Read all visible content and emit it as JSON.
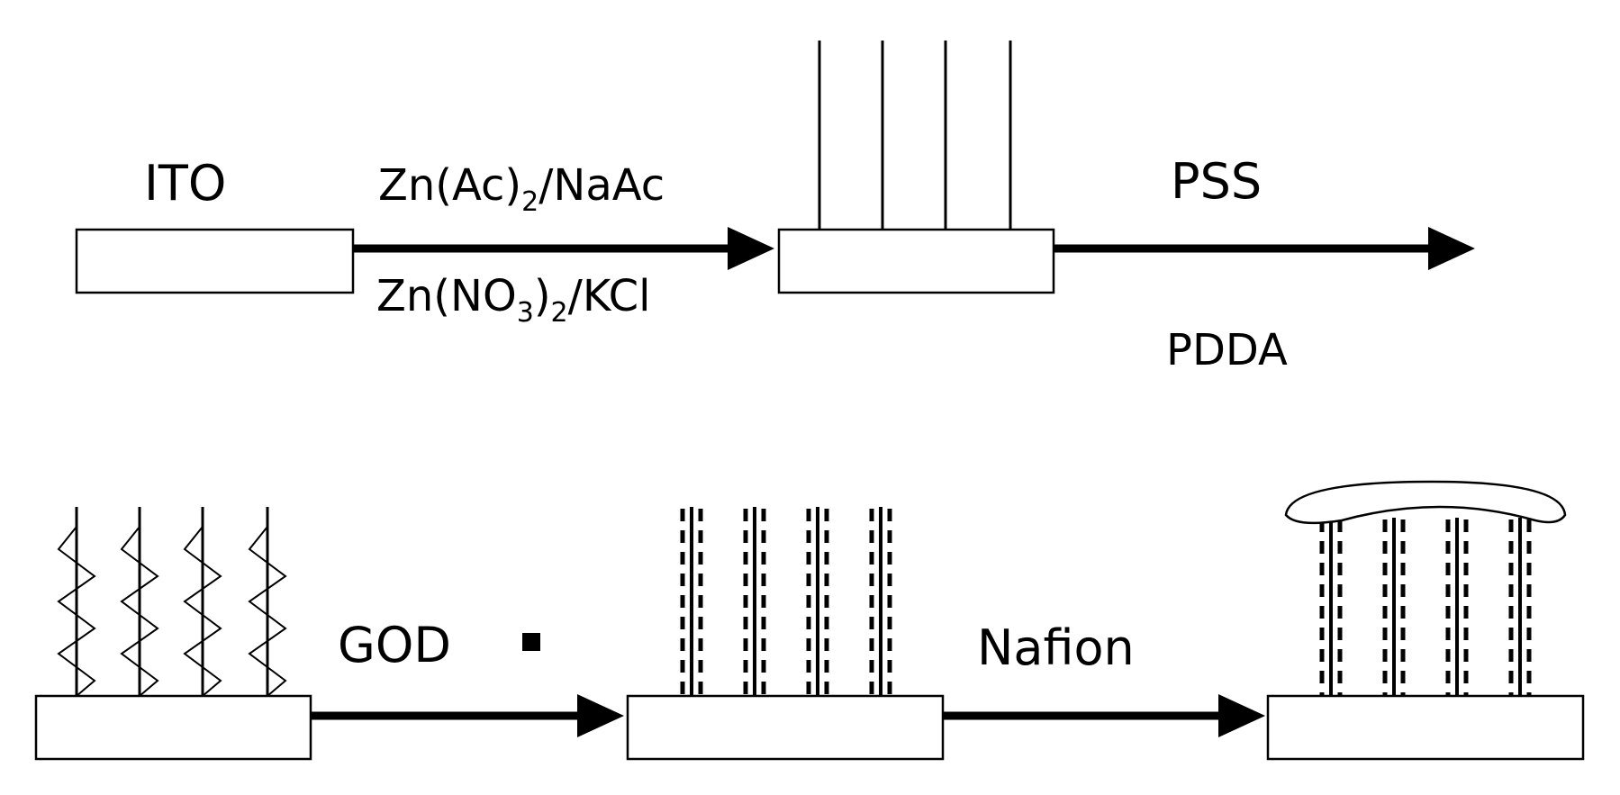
{
  "diagram": {
    "substrate_label": "ITO",
    "step1": {
      "top_main": "Zn(Ac)",
      "top_sub": "2",
      "top_tail": "/NaAc",
      "bottom_a": "Zn(NO",
      "bottom_sub1": "3",
      "bottom_b": ")",
      "bottom_sub2": "2",
      "bottom_tail": "/KCl"
    },
    "step2": {
      "top": "PSS",
      "bottom": "PDDA"
    },
    "step3": {
      "label": "GOD"
    },
    "step4": {
      "label": "Nafion"
    }
  }
}
